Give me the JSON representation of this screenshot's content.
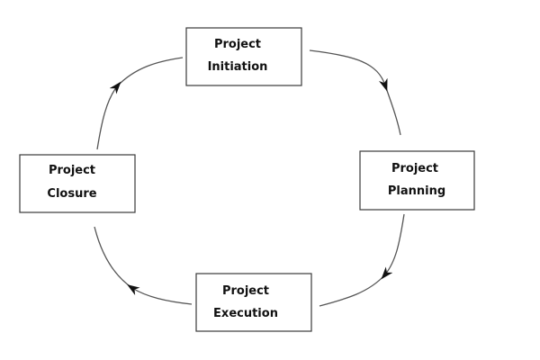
{
  "diagram": {
    "type": "cycle",
    "nodes": [
      {
        "id": "initiation",
        "line1": "Project",
        "line2": "Initiation"
      },
      {
        "id": "planning",
        "line1": "Project",
        "line2": "Planning"
      },
      {
        "id": "execution",
        "line1": "Project",
        "line2": "Execution"
      },
      {
        "id": "closure",
        "line1": "Project",
        "line2": "Closure"
      }
    ],
    "edges": [
      {
        "from": "initiation",
        "to": "planning"
      },
      {
        "from": "planning",
        "to": "execution"
      },
      {
        "from": "execution",
        "to": "closure"
      },
      {
        "from": "closure",
        "to": "initiation"
      }
    ],
    "colors": {
      "box_border": "#3a3a3a",
      "arrow": "#555555",
      "arrowhead": "#111111",
      "text": "#111111"
    }
  }
}
